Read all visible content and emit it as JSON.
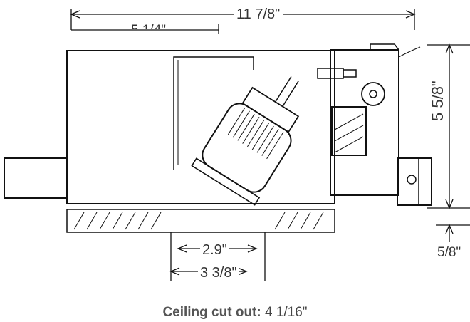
{
  "dimensions": {
    "overall_length": "11 7/8\"",
    "partial_length": "5 1/4\"",
    "housing_height": "5 5/8\"",
    "trim_thickness": "5/8\"",
    "aperture": "2.9\"",
    "trim_width": "3 3/8\""
  },
  "caption": {
    "label": "Ceiling cut out:",
    "value": "4 1/16\""
  }
}
